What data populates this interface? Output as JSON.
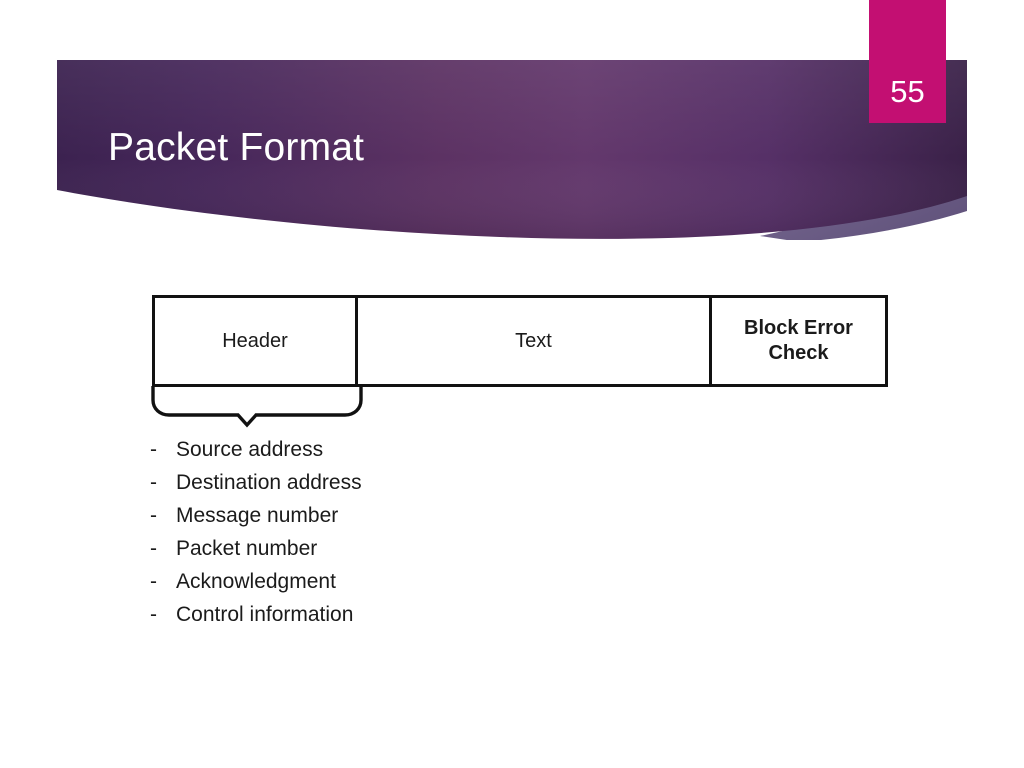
{
  "slide": {
    "page_number": "55",
    "title": "Packet Format",
    "background_color": "#ffffff"
  },
  "theme": {
    "banner_dark": "#3f2450",
    "banner_mid": "#62376b",
    "banner_edge": "#3a2148",
    "banner_accent_light": "#6b5b84",
    "page_tab_color": "#c30f72",
    "title_color": "#ffffff",
    "diagram_stroke": "#111111",
    "body_text_color": "#1b1b1b"
  },
  "diagram": {
    "name": "packet-format-diagram",
    "cells": [
      {
        "id": "header",
        "label": "Header"
      },
      {
        "id": "text",
        "label": "Text"
      },
      {
        "id": "block-error-check",
        "label_line1": "Block Error",
        "label_line2": "Check"
      }
    ],
    "expanded_cell": "header",
    "header_fields": [
      {
        "bullet": "-",
        "label": "Source address"
      },
      {
        "bullet": "-",
        "label": "Destination address"
      },
      {
        "bullet": "-",
        "label": "Message number"
      },
      {
        "bullet": "-",
        "label": "Packet number"
      },
      {
        "bullet": "-",
        "label": "Acknowledgment"
      },
      {
        "bullet": "-",
        "label": "Control information"
      }
    ]
  }
}
